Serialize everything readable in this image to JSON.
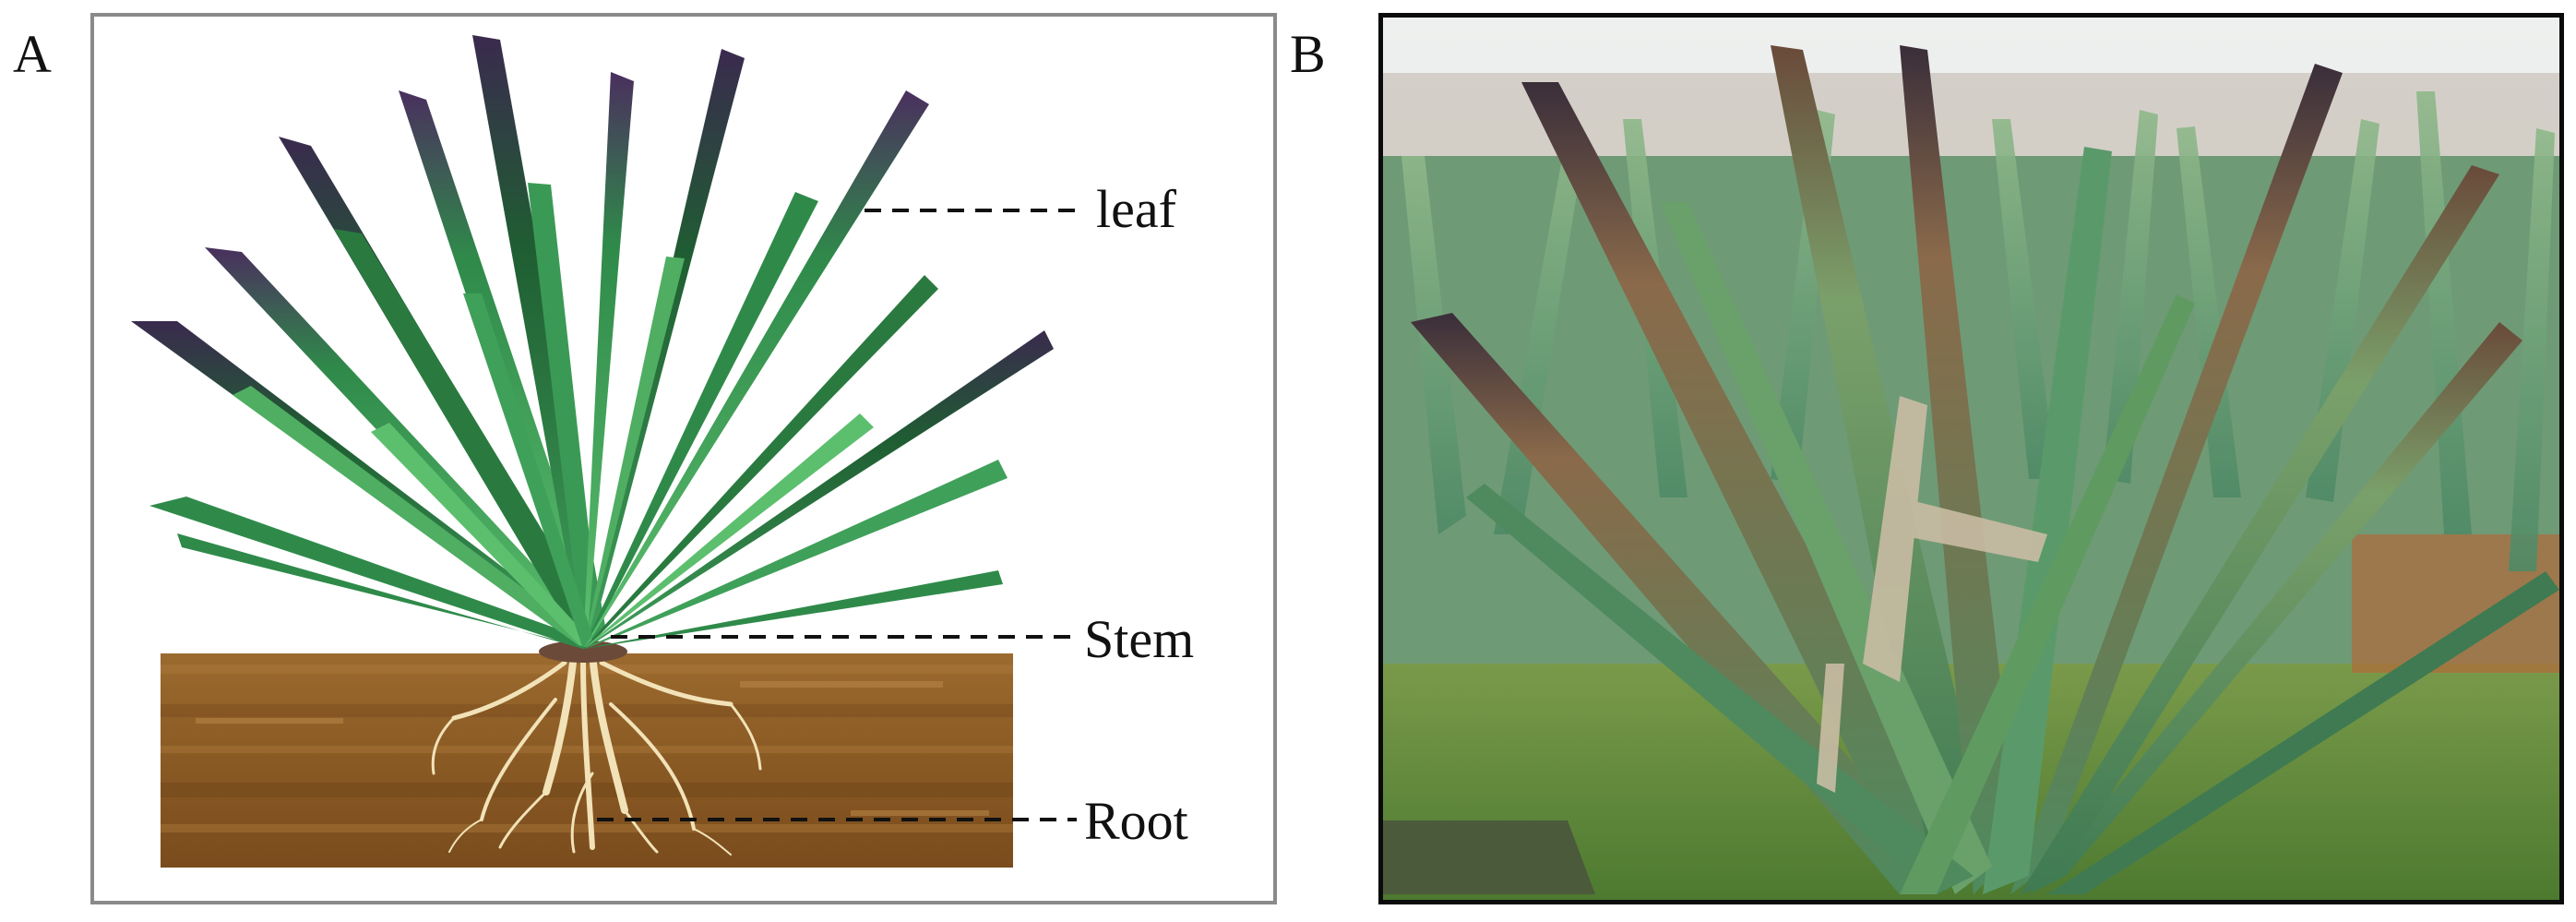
{
  "panels": {
    "a": {
      "letter": "A"
    },
    "b": {
      "letter": "B"
    }
  },
  "labels": {
    "leaf": "leaf",
    "stem": "Stem",
    "root": "Root"
  },
  "colors": {
    "soil": "#8a5a24",
    "leaf_dark": "#1f5e32",
    "leaf_mid": "#2f8a4a",
    "leaf_light": "#4fae62",
    "leaf_purple": "#4a2f5e",
    "root": "#f2e2b8",
    "sky": "#e8ebe9",
    "grass": "#5f8f3e"
  }
}
